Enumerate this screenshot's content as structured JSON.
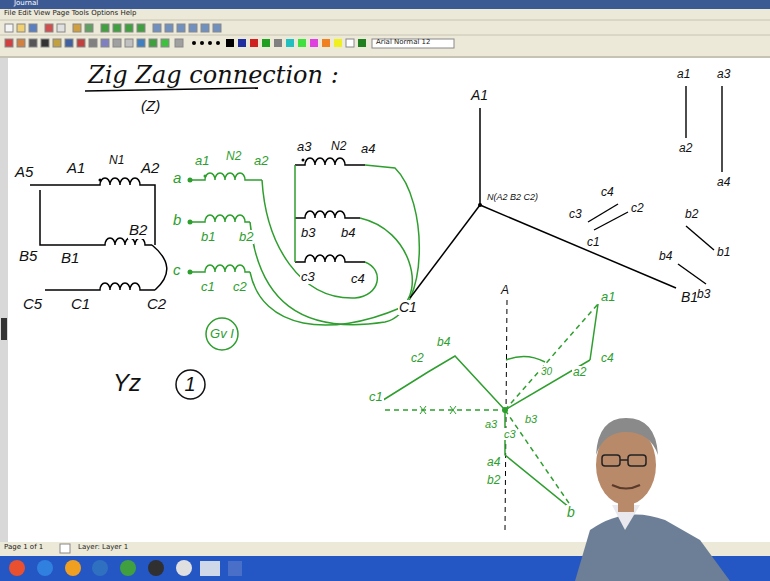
{
  "diagram": {
    "title": "Zig Zag connection :",
    "nodes": [
      {
        "text": [
          "Gv I"
        ]
      },
      {
        "text": [
          "1"
        ]
      }
    ],
    "labels": [
      "Journal",
      "File Edit View Page Tools Options Help",
      "Arial Normal 12",
      "Page 1 of 1",
      "Layer: Layer 1",
      "(Z)",
      "A5",
      "A1",
      "N1",
      "A2",
      "B5",
      "B1",
      "B2",
      "C5",
      "C1",
      "C2",
      "a",
      "a1",
      "N2",
      "a2",
      "b",
      "b1",
      "b2",
      "c",
      "c1",
      "c2",
      "a3",
      "N2",
      "a4",
      "b3",
      "b4",
      "c3",
      "c4",
      "Yz",
      "A1",
      "N(A2 B2 C2)",
      "B1",
      "C1",
      "a1",
      "a3",
      "a2",
      "a4",
      "c3",
      "c4",
      "c2",
      "c1",
      "b2",
      "b4",
      "b1",
      "b3",
      "A",
      "a1",
      "30",
      "a2",
      "c4",
      "c2",
      "b4",
      "c1",
      "a3",
      "c3",
      "b3",
      "a4",
      "b2",
      "b"
    ]
  }
}
